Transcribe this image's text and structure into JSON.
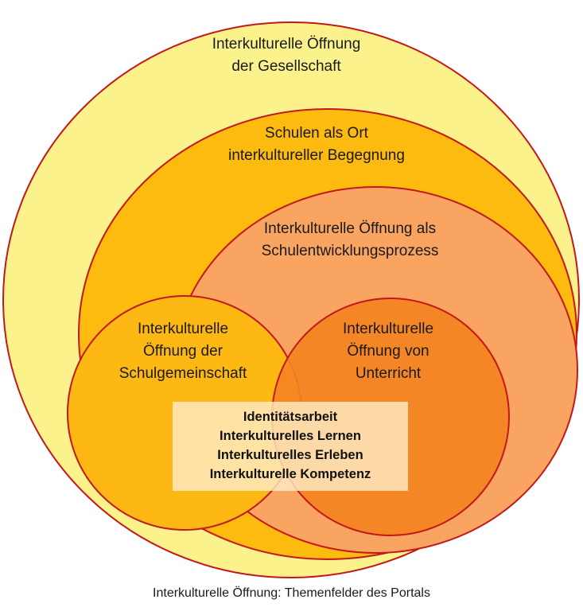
{
  "colors": {
    "outer_fill": "#FBF28C",
    "school_fill": "#FDBA0F",
    "process_fill": "#F9A460",
    "community_fill": "#FDB814",
    "teaching_fill": "#F48322",
    "outline": "#C4171A",
    "box_fill": "#FFEBC3"
  },
  "circles": {
    "society": {
      "lines": [
        "Interkulturelle  Öffnung",
        "der Gesellschaft"
      ]
    },
    "school": {
      "lines": [
        "Schulen als Ort",
        "interkultureller Begegnung"
      ]
    },
    "process": {
      "lines": [
        "Interkulturelle Öffnung als",
        "Schulentwicklungsprozess"
      ]
    },
    "community": {
      "lines": [
        "Interkulturelle",
        "Öffnung der",
        "Schulgemeinschaft"
      ]
    },
    "teaching": {
      "lines": [
        "Interkulturelle",
        "Öffnung von",
        "Unterricht"
      ]
    }
  },
  "center_box": {
    "lines": [
      "Identitätsarbeit",
      "Interkulturelles Lernen",
      "Interkulturelles Erleben",
      "Interkulturelle Kompetenz"
    ]
  },
  "caption": "Interkulturelle  Öffnung: Themenfelder des Portals"
}
